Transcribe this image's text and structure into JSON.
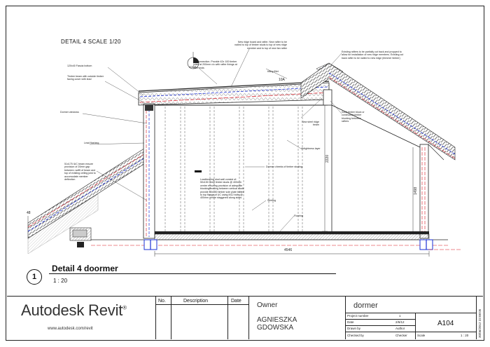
{
  "detail_title": "DETAIL 4 SCALE 1/20",
  "annotations": {
    "fascia": "120x40 Fascia bottom",
    "timber_beam": "Timber beam with outside timber facing cover with lead",
    "dormer_windows": "Dormer windows",
    "lead_flashing": "Lead flashing",
    "beam_note": "51x175 IUC beam ensure provision of 20mm gap between: soffit of beam and top of existing ceiling joist to accomodate member deflection",
    "top_note_1": "New ridge board and rafter. New rafter to be nailed to top of timber studs to top of new ridge member and to top of new fan rafter",
    "top_note_2": "Existing rafters to be partially cut back and propped to allow for installation of new ridge members. Existing cut back rafter to be nailed to new ridge (trimmer timber)",
    "top_note_3": "Ply connection. Provide 42x 100 timber joists at 200mm c/c with rafter fixings at both ends",
    "tilting_fillet": "tilting fillet",
    "ridge_beam": "New steel ridge beam",
    "timber_block": "Solid timber block or continuous timber blocking between rafters",
    "airtightness": "Airtightness layer",
    "dormer_cheeks": "Dormer cheeks of timber studing",
    "loadbearing_note": "Loadbearing stud wall consist of: 50x150 deep timber studs @ 400mm centre ensuring provision of adequate blocking/bracing between vertical studs provide 50x150 timber sole plate bolted to top flange of UC using M12 bolts @ 400mm centre staggered along sides",
    "skirting": "Skirting",
    "flooring": "Flooring",
    "dim_height": "2220",
    "dim_height_right": "1498",
    "dim_width": "4546",
    "dim_small": "48",
    "angle": "10A",
    "section_marker_top": "A104",
    "section_marker_num": "1"
  },
  "view": {
    "number": "1",
    "name": "Detail 4 doormer",
    "scale": "1 : 20"
  },
  "title_block": {
    "logo": "Autodesk Revit",
    "logo_mark": "®",
    "url": "www.autodesk.com/revit",
    "rev_headers": [
      "No.",
      "Description",
      "Date"
    ],
    "owner_label": "Owner",
    "owner_name_1": "AGNIESZKA",
    "owner_name_2": "GDOWSKA",
    "sheet_name": "dormer",
    "fields": [
      {
        "label": "Project number",
        "value": "1"
      },
      {
        "label": "Date",
        "value": "2/6/12"
      },
      {
        "label": "Drawn by",
        "value": "Author"
      },
      {
        "label": "Checked by",
        "value": "Checker"
      }
    ],
    "sheet_number": "A104",
    "scale_label": "Scale",
    "scale_value": "1 : 20",
    "print_date": "30/06/2012 22:08:05"
  },
  "colors": {
    "insulation_blue": "#1a2fd6",
    "membrane_red": "#d8141e",
    "line": "#1a1a1a"
  }
}
